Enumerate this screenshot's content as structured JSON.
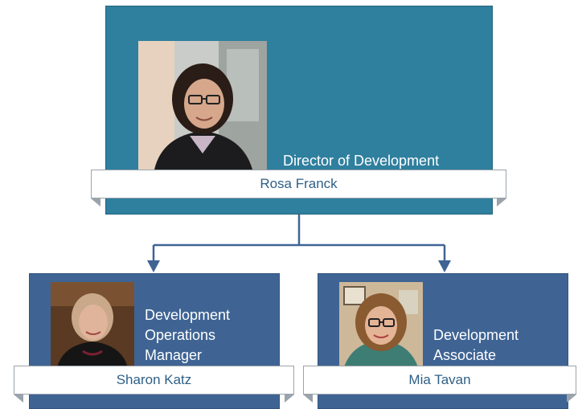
{
  "org_chart": {
    "director": {
      "name": "Rosa Franck",
      "title": "Director of Development",
      "photo": "portrait-photo"
    },
    "reports": [
      {
        "name": "Sharon Katz",
        "title_lines": [
          "Development",
          "Operations",
          "Manager"
        ],
        "photo": "portrait-photo"
      },
      {
        "name": "Mia Tavan",
        "title_lines": [
          "Development",
          "Associate"
        ],
        "photo": "portrait-photo"
      }
    ]
  },
  "colors": {
    "director_box": "#2f7f9e",
    "report_box": "#3f6494",
    "connector": "#3f6494",
    "name_text": "#2f5f86"
  }
}
